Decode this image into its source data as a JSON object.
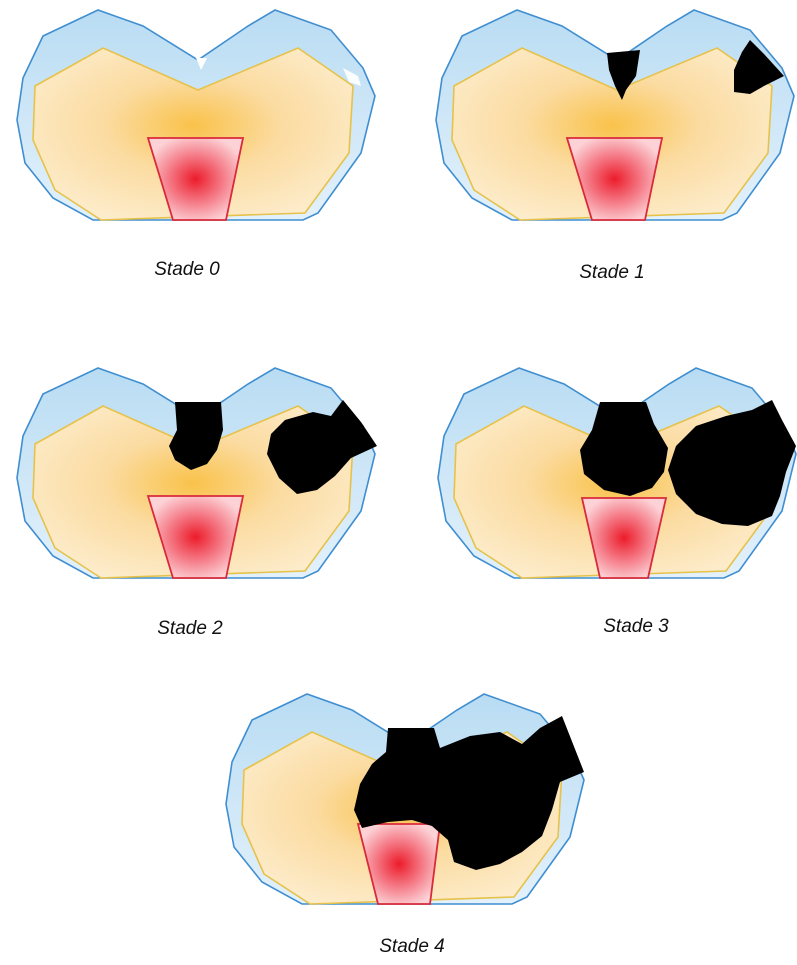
{
  "stages": [
    {
      "label": "Stade 0"
    },
    {
      "label": "Stade 1"
    },
    {
      "label": "Stade 2"
    },
    {
      "label": "Stade 3"
    },
    {
      "label": "Stade 4"
    }
  ],
  "colors": {
    "enamel_fill": "#cfe6f6",
    "enamel_stroke": "#3f8ed0",
    "dentin_fill": "#fbe6bb",
    "dentin_core": "#f9c24a",
    "dentin_stroke": "#e6c24a",
    "pulp_fill": "#f7a6b0",
    "pulp_core": "#ec1c2b",
    "pulp_stroke": "#d92a3a",
    "lesion": "#000000"
  }
}
